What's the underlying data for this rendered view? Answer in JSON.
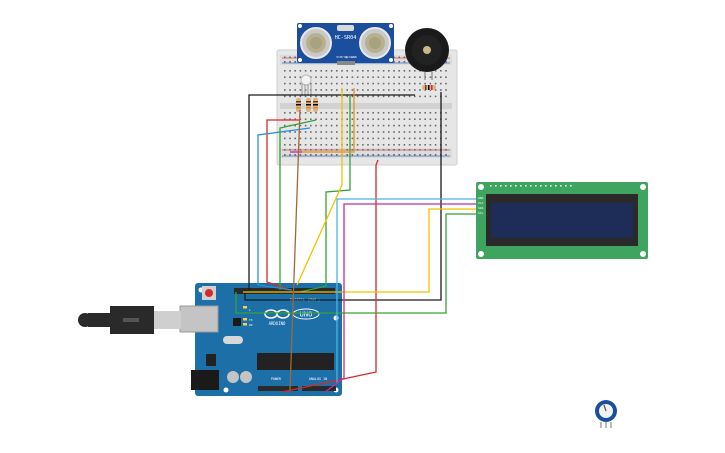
{
  "sensor": {
    "model": "HC-SR04",
    "pin_labels": [
      "VCC",
      "Trig",
      "Echo",
      "GND"
    ]
  },
  "arduino": {
    "brand": "ARDUINO",
    "model": "UNO",
    "digital_label": "DIGITAL (PWM~)",
    "power_label": "POWER",
    "analog_label": "ANALOG IN",
    "led_labels": [
      "L",
      "TX",
      "RX"
    ]
  },
  "lcd": {
    "pin_labels": [
      "GND",
      "VCC",
      "SDA",
      "SCL"
    ]
  },
  "colors": {
    "wire_black": "#1a1a1a",
    "wire_red": "#d62a2a",
    "wire_green": "#33a336",
    "wire_yellow": "#f2c200",
    "wire_orange": "#e8901a",
    "wire_blue": "#2a8fd6",
    "wire_cyan": "#49b8e0",
    "wire_magenta": "#c22d8e",
    "wire_brown": "#9b6a3c",
    "arduino_board": "#1d6fa8",
    "lcd_board": "#3fa45f",
    "lcd_screen": "#1e2d57",
    "breadboard": "#e4e4e4",
    "sensor_board": "#1b4e9c"
  }
}
